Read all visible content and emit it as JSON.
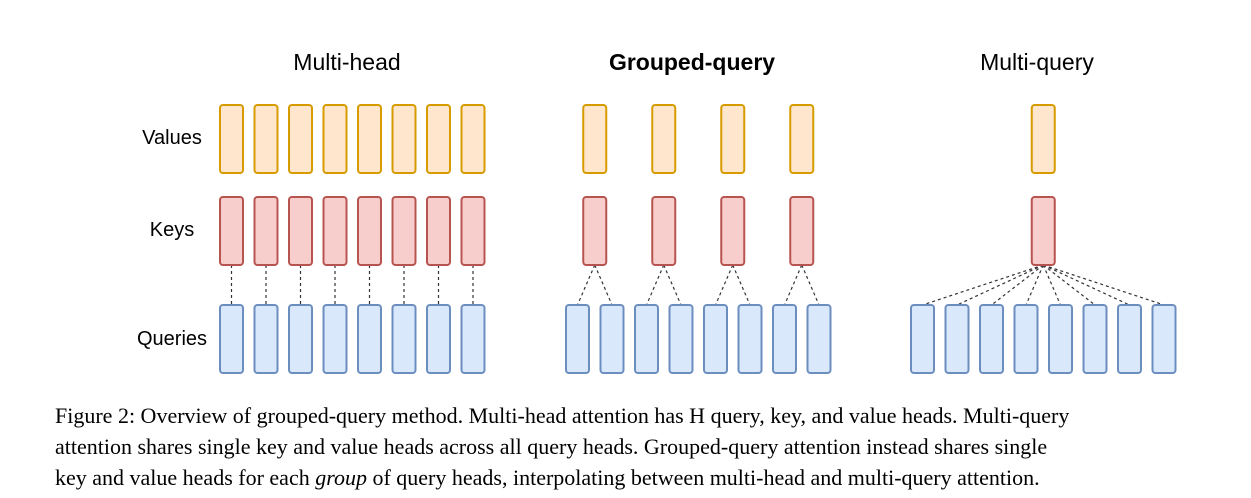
{
  "diagram": {
    "row_labels": {
      "values": "Values",
      "keys": "Keys",
      "queries": "Queries"
    },
    "panels": [
      {
        "id": "multi-head",
        "title": "Multi-head",
        "bold": false,
        "query_heads": 8,
        "kv_heads": 8
      },
      {
        "id": "grouped-query",
        "title": "Grouped-query",
        "bold": true,
        "query_heads": 8,
        "kv_heads": 4
      },
      {
        "id": "multi-query",
        "title": "Multi-query",
        "bold": false,
        "query_heads": 8,
        "kv_heads": 1
      }
    ],
    "colors": {
      "values_fill": "#ffe6cc",
      "values_stroke": "#d79b00",
      "keys_fill": "#f8cecc",
      "keys_stroke": "#b85450",
      "queries_fill": "#dae8fc",
      "queries_stroke": "#6c8ebf",
      "connector": "#333333"
    }
  },
  "caption": {
    "line1": "Figure 2: Overview of grouped-query method. Multi-head attention has H query, key, and value heads. Multi-query",
    "line2": "attention shares single key and value heads across all query heads. Grouped-query attention instead shares single",
    "line3_before": "key and value heads for each ",
    "line3_em": "group",
    "line3_after": " of query heads, interpolating between multi-head and multi-query attention."
  }
}
